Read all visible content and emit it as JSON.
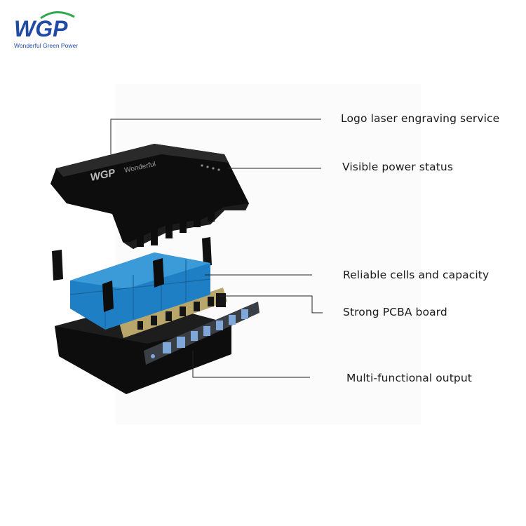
{
  "brand": {
    "mark": "WGP",
    "tagline": "Wonderful Green Power",
    "color": "#1f4aa6",
    "accent": "#2fa84f"
  },
  "engraving": {
    "mark": "WGP",
    "word": "Wonderful"
  },
  "callouts": [
    {
      "label": "Logo laser engraving service"
    },
    {
      "label": "Visible power status"
    },
    {
      "label": "Reliable cells and capacity"
    },
    {
      "label": "Strong PCBA board"
    },
    {
      "label": "Multi-functional output"
    }
  ],
  "colors": {
    "housing": "#0d0d0d",
    "cells": "#1e7fc4",
    "pcb": "#b9a66a",
    "leader": "#222222"
  }
}
